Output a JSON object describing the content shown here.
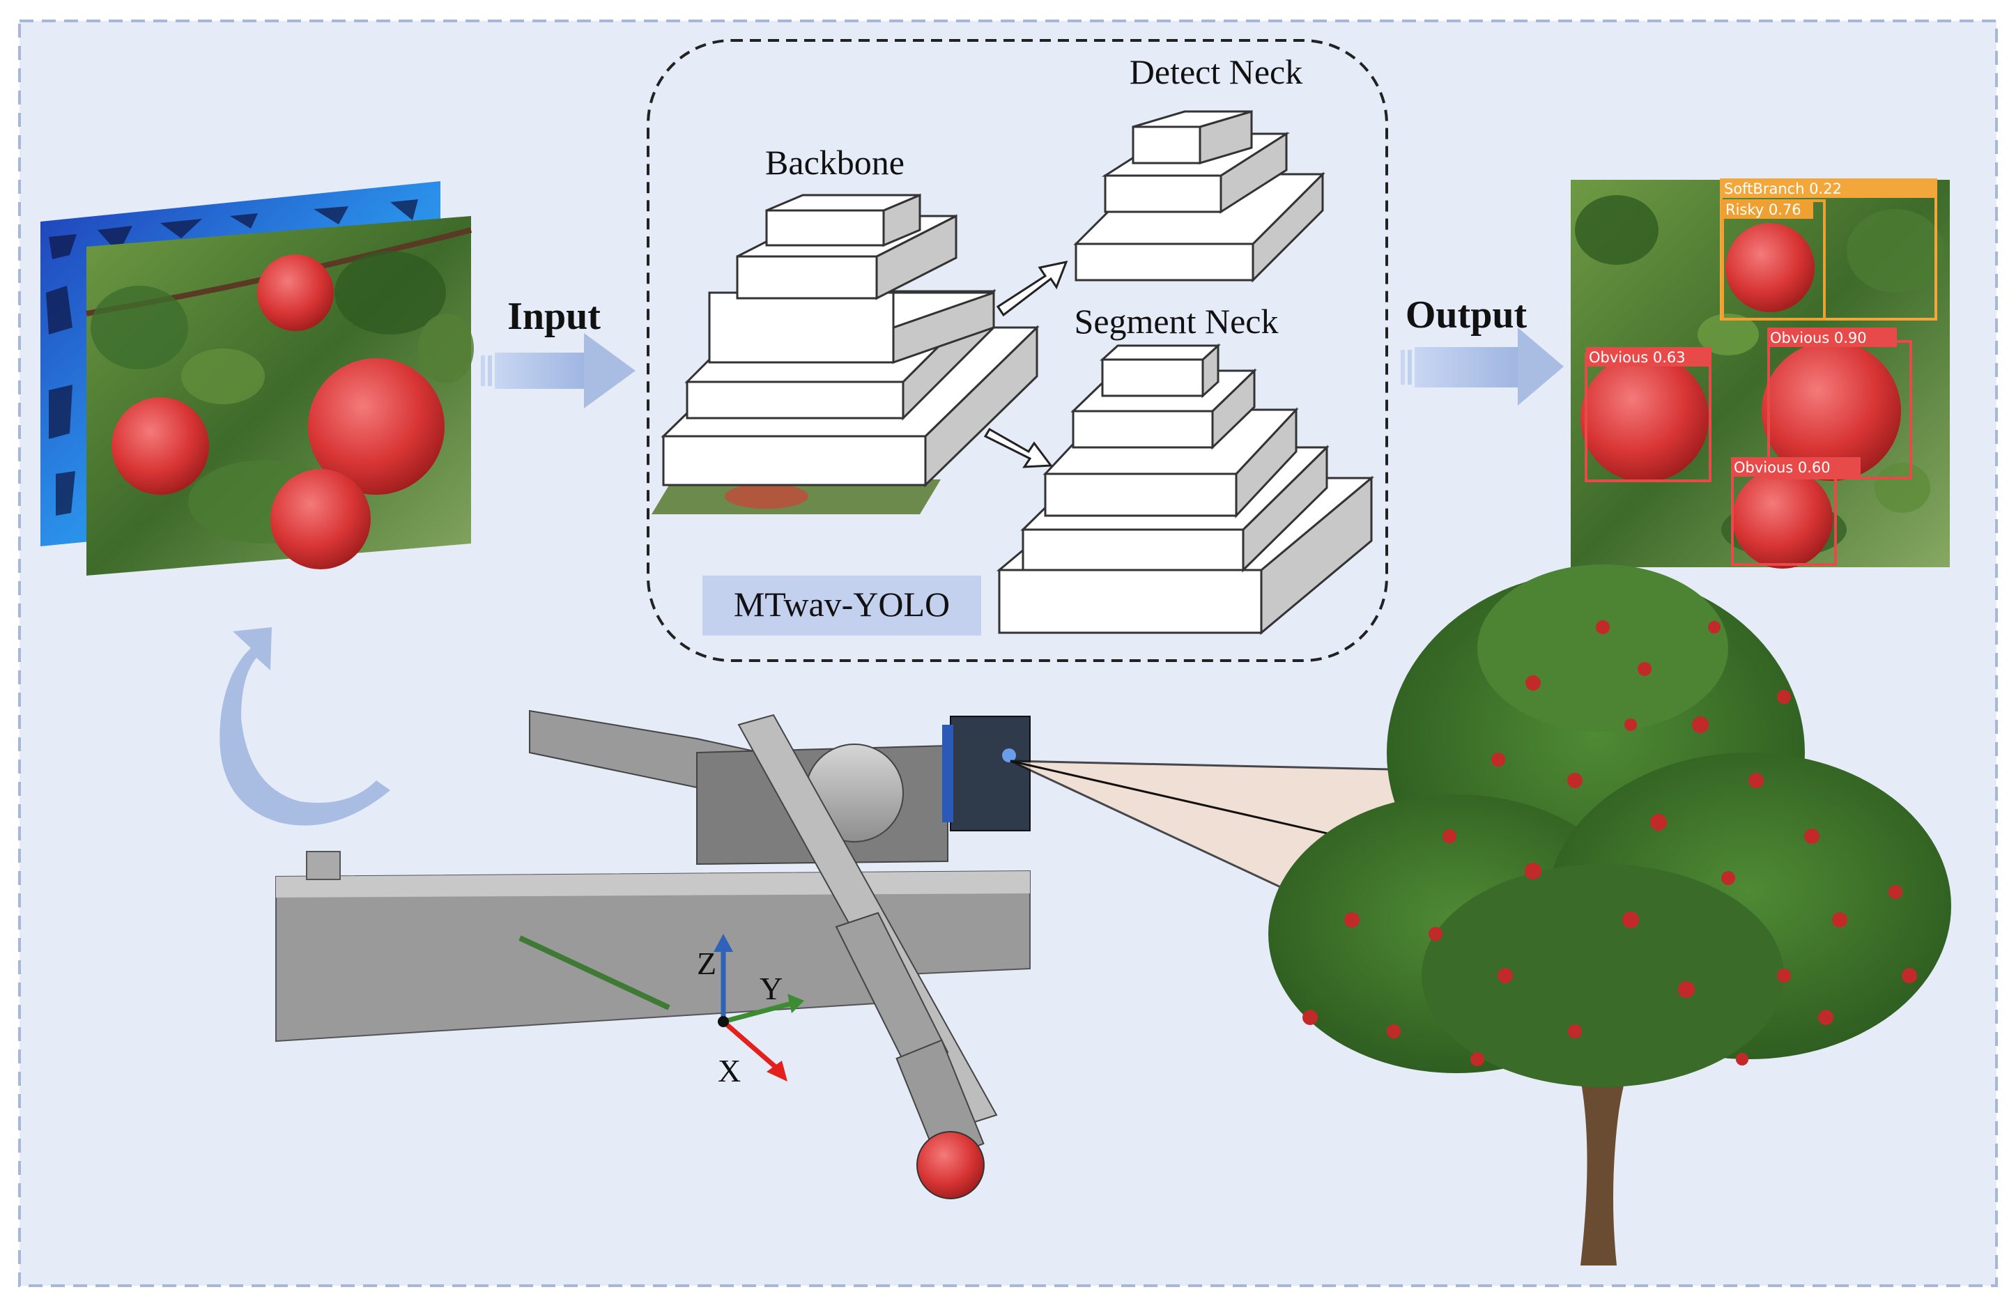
{
  "labels": {
    "input": "Input",
    "output": "Output",
    "backbone": "Backbone",
    "detect_neck": "Detect Neck",
    "segment_neck": "Segment Neck",
    "model_name": "MTwav-YOLO"
  },
  "axes": {
    "x": "X",
    "y": "Y",
    "z": "Z"
  },
  "detections": [
    {
      "label": "SoftBranch  0.22",
      "color": "#f3a73a"
    },
    {
      "label": "Risky 0.76",
      "color": "#f0a030"
    },
    {
      "label": "Obvious  0.63",
      "color": "#e84a4a"
    },
    {
      "label": "Obvious  0.90",
      "color": "#e84a4a"
    },
    {
      "label": "Obvious  0.60",
      "color": "#e84a4a"
    }
  ],
  "colors": {
    "background": "#e6ebf8",
    "frame_dash": "#a6b7d9",
    "flow_arrow": "#a9bde3",
    "model_box": "#c3d0ee",
    "axis_x": "#e3201b",
    "axis_y": "#3c8c32",
    "axis_z": "#2f62b8"
  }
}
